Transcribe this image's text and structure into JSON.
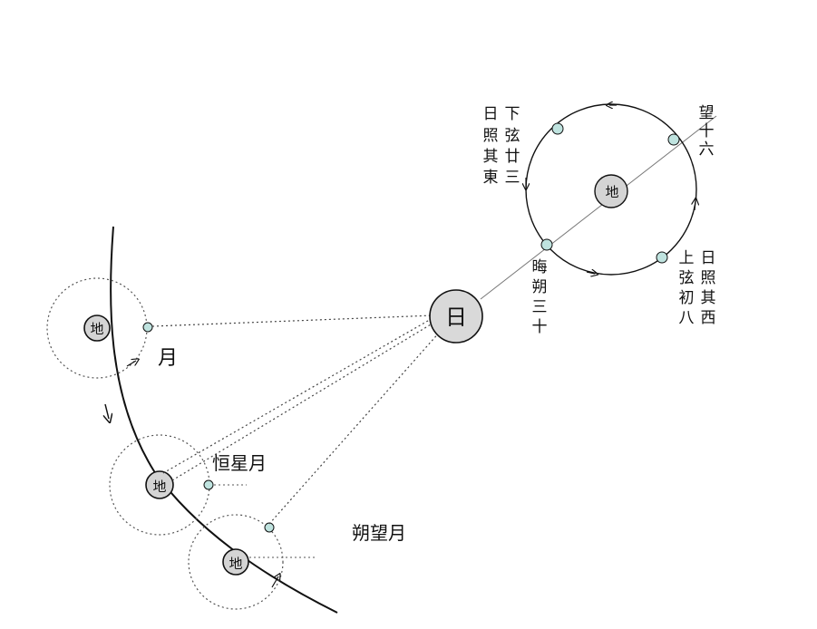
{
  "bodies": {
    "sun": "日",
    "earth": "地"
  },
  "labels": {
    "moon": "月",
    "sidereal_month": "恒星月",
    "synodic_month": "朔望月"
  },
  "phase_labels": {
    "full_moon": [
      "望",
      "十",
      "六"
    ],
    "last_quarter": [
      "下",
      "弦",
      "廿",
      "三"
    ],
    "sun_east": [
      "日",
      "照",
      "其",
      "東"
    ],
    "new_moon": [
      "晦",
      "朔",
      "三",
      "十"
    ],
    "first_quarter": [
      "上",
      "弦",
      "初",
      "八"
    ],
    "sun_west": [
      "日",
      "照",
      "其",
      "西"
    ]
  },
  "colors": {
    "ink": "#111111",
    "sun_fill": "#d9d9d9",
    "earth_fill": "#d4d4d4",
    "moon_fill": "#bfe3df"
  }
}
